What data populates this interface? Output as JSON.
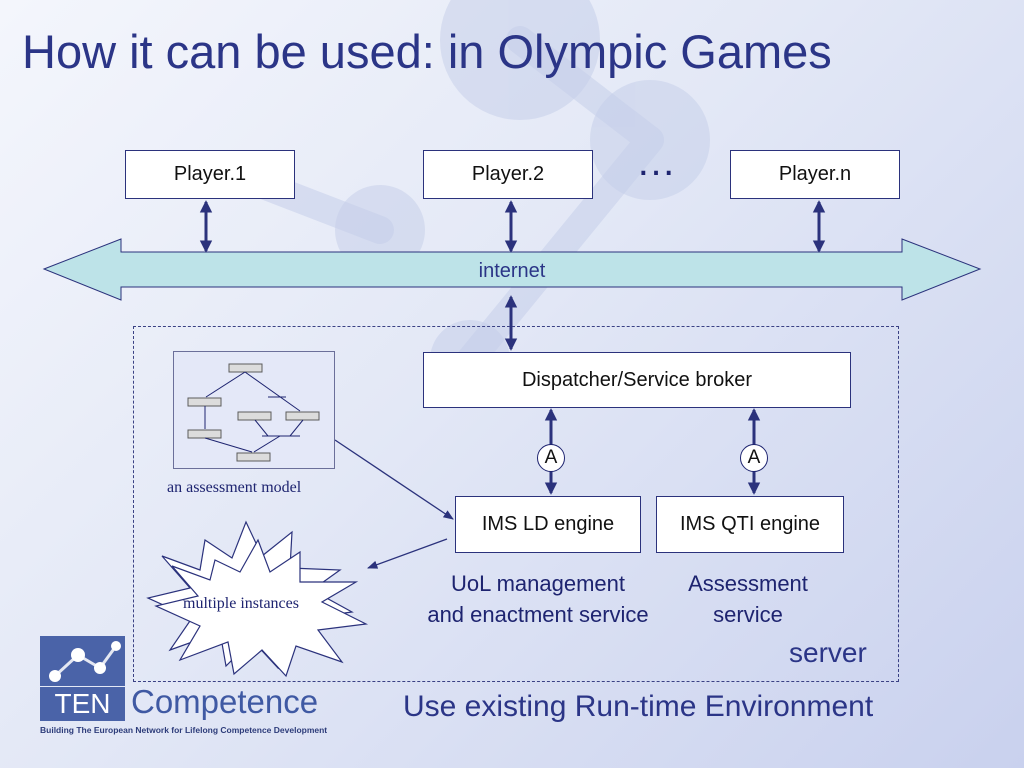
{
  "slide": {
    "title": "How it can be used: in Olympic Games",
    "players": [
      "Player.1",
      "Player.2",
      "Player.n"
    ],
    "ellipsis": "…",
    "network": "internet",
    "broker": "Dispatcher/Service broker",
    "badge_label": "A",
    "engines": [
      "IMS LD engine",
      "IMS QTI engine"
    ],
    "services": {
      "uol": [
        "UoL management",
        "and enactment service"
      ],
      "assessment": [
        "Assessment",
        "service"
      ]
    },
    "assessment_model_caption": "an assessment model",
    "instances_caption": "multiple instances",
    "server_label": "server",
    "footer": "Use existing Run-time Environment"
  },
  "logo": {
    "ten": "TEN",
    "competence": "Competence",
    "tagline": "Building The European Network for Lifelong Competence Development"
  },
  "colors": {
    "title": "#2b3587",
    "arrow": "#2b327c",
    "internet_fill": "#bde3e8",
    "logo_blue": "#4a63a8"
  }
}
